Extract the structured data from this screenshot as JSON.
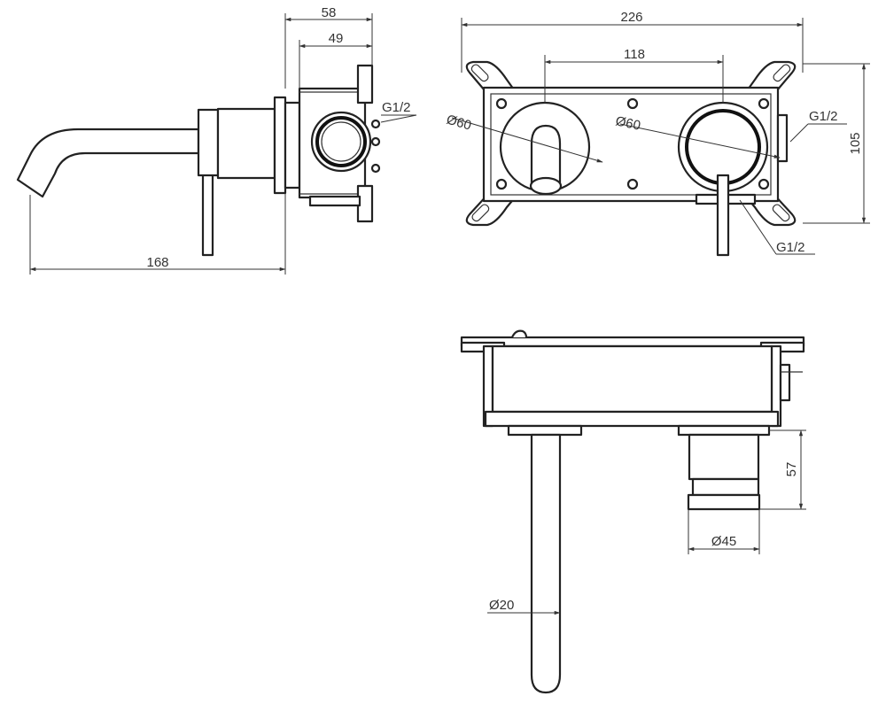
{
  "dimensions": {
    "side_depth_total": "58",
    "side_depth_body": "49",
    "spout_projection": "168",
    "thread_side": "G1/2",
    "plate_width": "226",
    "center_distance": "118",
    "spout_rosette_dia": "Ø60",
    "handle_rosette_dia": "Ø60",
    "thread_front_right": "G1/2",
    "plate_height": "105",
    "thread_front_bottom": "G1/2",
    "handle_length": "57",
    "handle_dia": "Ø45",
    "spout_dia": "Ø20"
  },
  "colors": {
    "line": "#222222",
    "background": "#ffffff"
  }
}
